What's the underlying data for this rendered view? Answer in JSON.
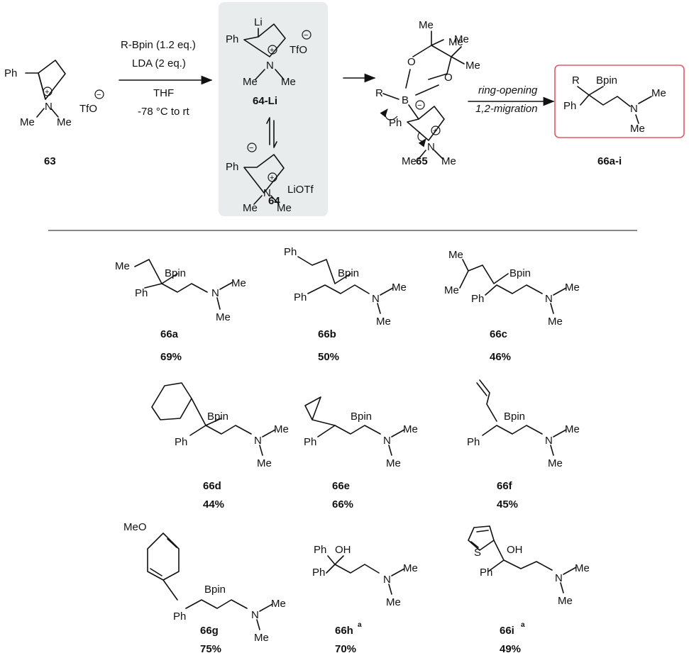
{
  "reagents": {
    "line1": "R-Bpin (1.2 eq.)",
    "line2": "LDA (2 eq.)",
    "line3": "THF",
    "line4": "-78 °C to rt"
  },
  "step2": {
    "line1": "ring-opening",
    "line2": "1,2-migration"
  },
  "atoms": {
    "ph": "Ph",
    "n": "N",
    "me": "Me",
    "tfo": "TfO",
    "li": "Li",
    "litf": "LiOTf",
    "b": "B",
    "o": "O",
    "r": "R",
    "bpin": "Bpin",
    "oh": "OH",
    "meo": "MeO",
    "s": "S",
    "plus": "+",
    "minus": "−"
  },
  "compounds": {
    "c63": "63",
    "c64li": "64-Li",
    "c64": "64",
    "c65": "65",
    "c66": "66a-i",
    "a": {
      "label": "66a",
      "yield": "69%"
    },
    "b": {
      "label": "66b",
      "yield": "50%"
    },
    "c": {
      "label": "66c",
      "yield": "46%"
    },
    "d": {
      "label": "66d",
      "yield": "44%"
    },
    "e": {
      "label": "66e",
      "yield": "66%"
    },
    "f": {
      "label": "66f",
      "yield": "45%"
    },
    "g": {
      "label": "66g",
      "yield": "75%"
    },
    "h": {
      "label": "66h",
      "sup": "a",
      "yield": "70%"
    },
    "i": {
      "label": "66i",
      "sup": "a",
      "yield": "49%"
    }
  },
  "colors": {
    "highlight_border": "#e05a66",
    "panel_bg": "#e9ecec"
  }
}
